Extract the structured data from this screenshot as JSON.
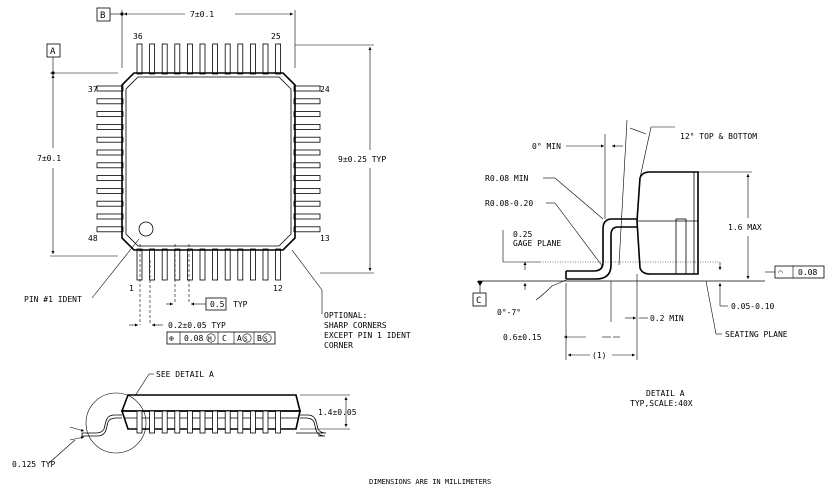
{
  "labels": {
    "datum_a": "A",
    "datum_b": "B",
    "datum_c": "C",
    "width_top": "7±0.1",
    "height_left": "7±0.1",
    "overall_right": "9±0.25 TYP",
    "pin_36": "36",
    "pin_25": "25",
    "pin_37": "37",
    "pin_24": "24",
    "pin_48": "48",
    "pin_13": "13",
    "pin_1": "1",
    "pin_12": "12",
    "pin1_ident": "PIN #1 IDENT",
    "pitch_value": "0.5",
    "pitch_typ": "TYP",
    "lead_width": "0.2±0.05 TYP",
    "fcf_pos": "⊕",
    "fcf_tol": "0.08",
    "fcf_m": "M",
    "fcf_c": "C",
    "fcf_as": "A",
    "fcf_bs": "B",
    "fcf_s": "S",
    "optional_1": "OPTIONAL:",
    "optional_2": "SHARP CORNERS",
    "optional_3": "EXCEPT PIN 1 IDENT",
    "optional_4": "CORNER",
    "see_detail": "SEE DETAIL  A",
    "body_height": "1.4±0.05",
    "standoff": "0.125 TYP",
    "angle_0min": "0° MIN",
    "angle_12": "12° TOP & BOTTOM",
    "r008min": "R0.08 MIN",
    "r008_020": "R0.08-0.20",
    "gage_1": "0.25",
    "gage_2": "GAGE PLANE",
    "max_height": "1.6 MAX",
    "flatness_sym": "◠",
    "flatness_val": "0.08",
    "angle_0_7": "0°-7°",
    "standoff_range": "0.05-0.10",
    "min_02": "0.2 MIN",
    "seating_plane": "SEATING PLANE",
    "foot_len": "0.6±0.15",
    "foot_ref": "(1)",
    "detail_title": "DETAIL  A",
    "detail_scale": "TYP,SCALE:40X",
    "footer": "DIMENSIONS ARE IN MILLIMETERS"
  }
}
